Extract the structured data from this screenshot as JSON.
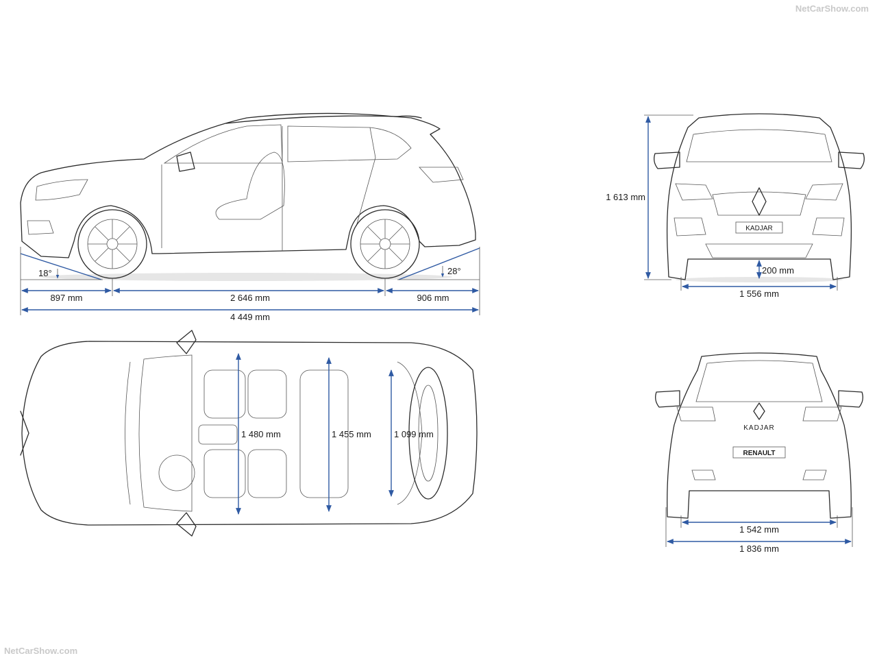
{
  "watermark": {
    "top": "NetCarShow.com",
    "bottom": "NetCarShow.com"
  },
  "colors": {
    "dimension_line": "#2f5aa3",
    "outline": "#2b2b2b",
    "ground_shadow": "#e6e6e6"
  },
  "side_view": {
    "approach_angle": "18°",
    "departure_angle": "28°",
    "front_overhang": "897 mm",
    "wheelbase": "2 646 mm",
    "rear_overhang": "906 mm",
    "overall_length": "4 449 mm"
  },
  "front_view": {
    "height": "1 613 mm",
    "ground_clearance": "200 mm",
    "front_track": "1 556 mm",
    "badge": "KADJAR"
  },
  "top_view": {
    "front_shoulder_width": "1 480 mm",
    "rear_shoulder_width": "1 455 mm",
    "boot_width": "1 099 mm"
  },
  "rear_view": {
    "rear_track": "1 542 mm",
    "overall_width": "1 836 mm",
    "model_badge": "KADJAR",
    "plate_text": "RENAULT"
  }
}
